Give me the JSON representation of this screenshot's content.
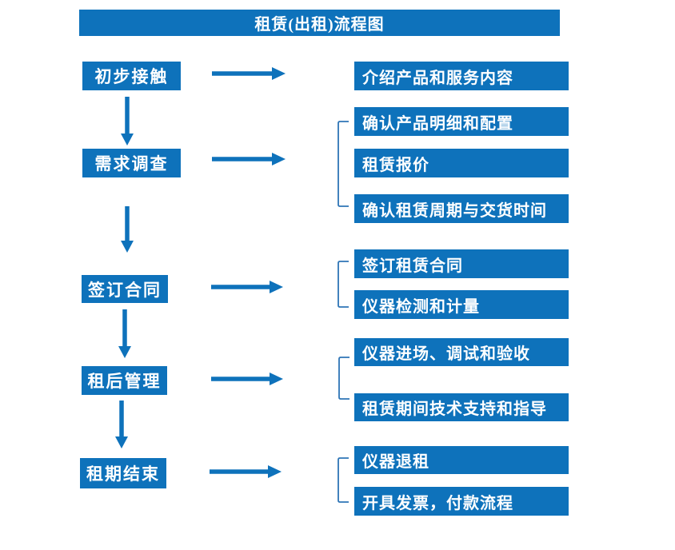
{
  "title": "租赁(出租)流程图",
  "colors": {
    "primary_blue": "#0E72BB",
    "bracket_blue": "#2E75B6",
    "text_on_blue": "#FFFFFF",
    "background": "#FFFFFF"
  },
  "steps": [
    {
      "label": "初步接触",
      "outputs": [
        "介绍产品和服务内容"
      ]
    },
    {
      "label": "需求调查",
      "outputs": [
        "确认产品明细和配置",
        "租赁报价",
        "确认租赁周期与交货时间"
      ]
    },
    {
      "label": "签订合同",
      "outputs": [
        "签订租赁合同",
        "仪器检测和计量"
      ]
    },
    {
      "label": "租后管理",
      "outputs": [
        "仪器进场、调试和验收",
        "租赁期间技术支持和指导"
      ]
    },
    {
      "label": "租期结束",
      "outputs": [
        "仪器退租",
        "开具发票，付款流程"
      ]
    }
  ]
}
